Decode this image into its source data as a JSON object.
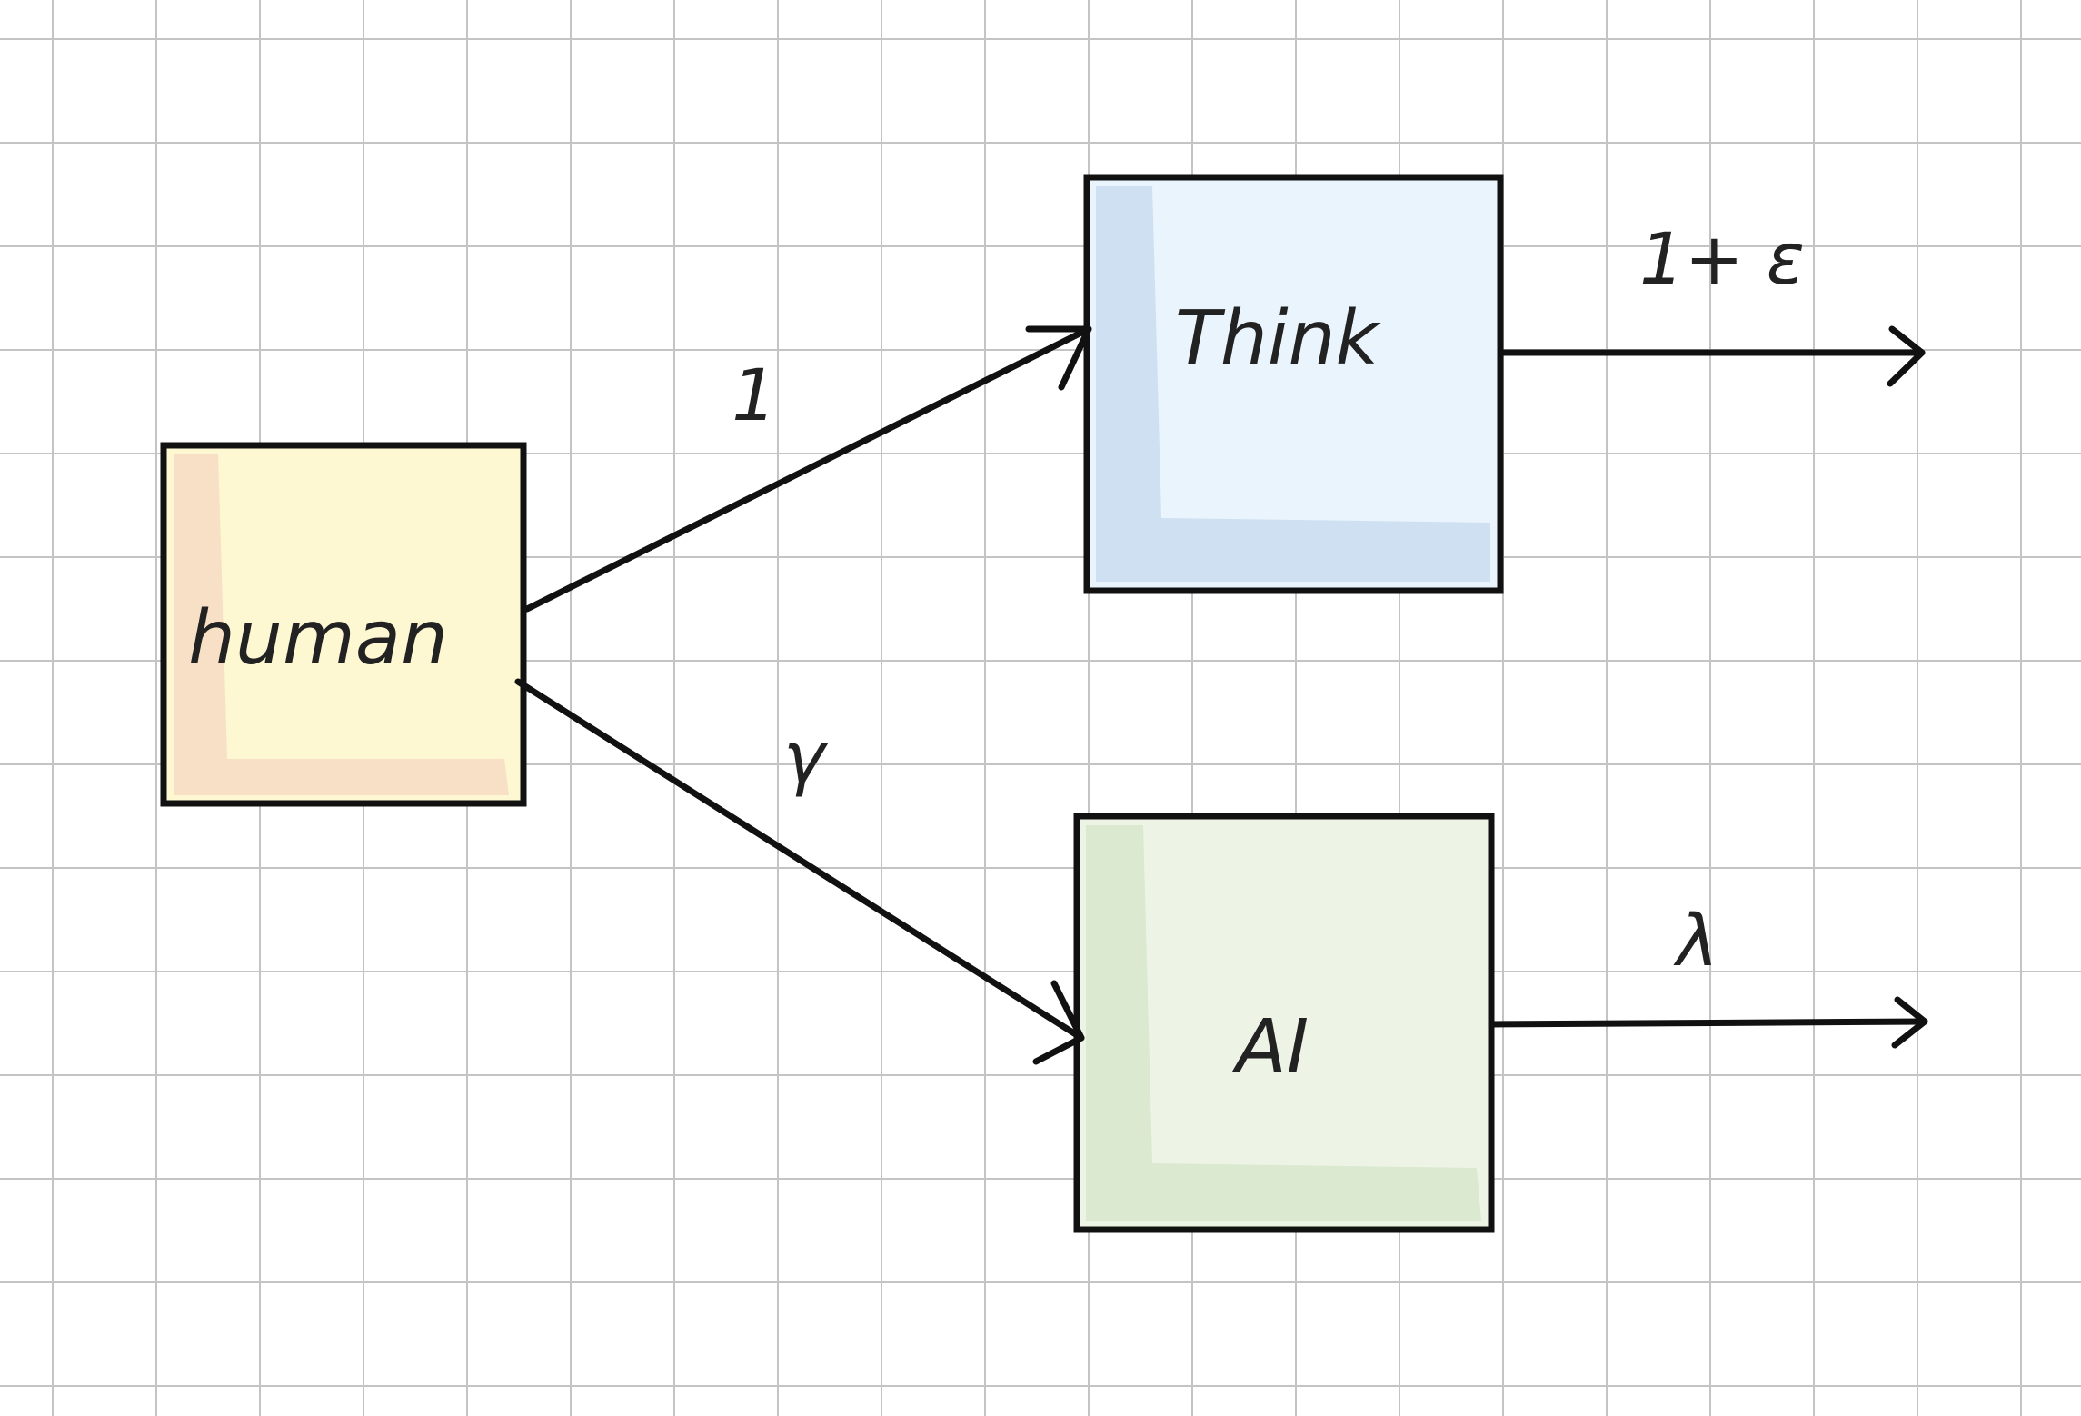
{
  "diagram": {
    "stroke_color": "#111111",
    "nodes": [
      {
        "id": "human",
        "label": "human",
        "fill": "#fdf8d2",
        "shade": "#f7dcc4"
      },
      {
        "id": "think",
        "label": "Think",
        "fill": "#e9f4fc",
        "shade": "#c9dcef"
      },
      {
        "id": "ai",
        "label": "AI",
        "fill": "#eef4e5",
        "shade": "#d6e6cc"
      }
    ],
    "edges": [
      {
        "from": "human",
        "to": "think",
        "label": "1"
      },
      {
        "from": "human",
        "to": "ai",
        "label": "γ"
      },
      {
        "from": "think",
        "to": "out",
        "label": "1+ ε"
      },
      {
        "from": "ai",
        "to": "out",
        "label": "λ"
      }
    ]
  }
}
